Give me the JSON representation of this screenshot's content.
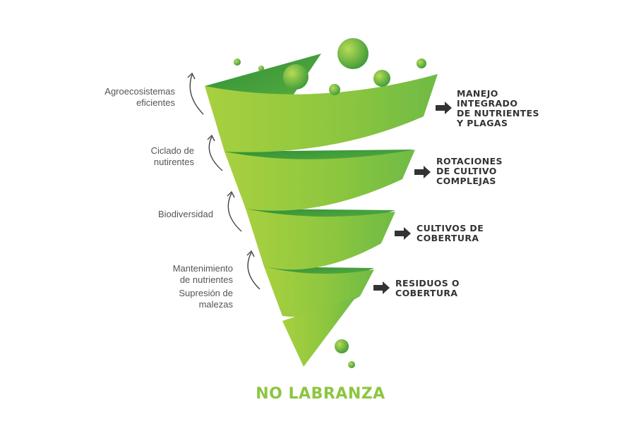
{
  "title": "NO LABRANZA",
  "colors": {
    "green_light": "#a6cf3f",
    "green_mid": "#7cc043",
    "green_dark": "#3a9a3a",
    "title_green": "#8cc63f",
    "text_dark": "#333333",
    "text_grey": "#555555"
  },
  "left_labels": [
    "Agroecosistemas\neficientes",
    "Ciclado de\nnutirentes",
    "Biodiversidad",
    "Mantenimiento\nde nutrientes",
    "Supresión de\nmalezas"
  ],
  "right_labels": [
    "MANEJO\nINTEGRADO\nDE NUTRIENTES\nY PLAGAS",
    "ROTACIONES\nDE CULTIVO\nCOMPLEJAS",
    "CULTIVOS DE\nCOBERTURA",
    "RESIDUOS O\nCOBERTURA"
  ],
  "icons": {
    "curved_arrow": "curved-up-arrow-icon",
    "right_arrow": "arrow-right-icon"
  }
}
